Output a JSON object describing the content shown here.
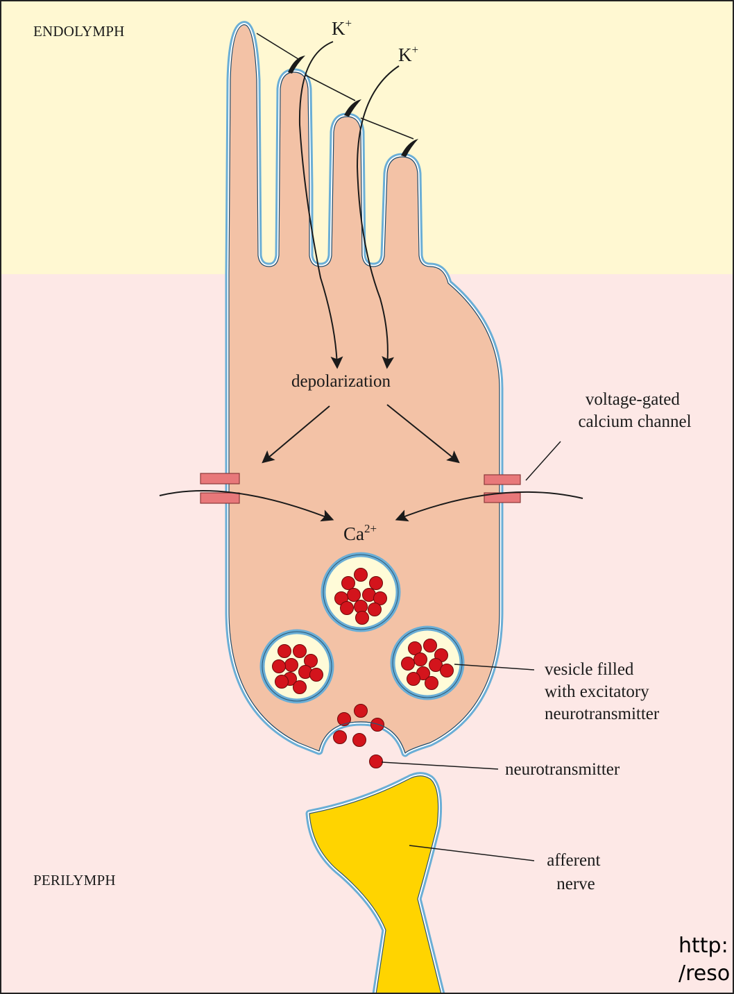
{
  "regions": {
    "top": "ENDOLYMPH",
    "bottom": "PERILYMPH"
  },
  "ions": {
    "potassium_1": {
      "base": "K",
      "charge": "+"
    },
    "potassium_2": {
      "base": "K",
      "charge": "+"
    },
    "calcium": {
      "base": "Ca",
      "charge": "2+"
    }
  },
  "labels": {
    "depolarization": "depolarization",
    "calcium_channel": [
      "voltage-gated",
      "calcium channel"
    ],
    "vesicle": [
      "vesicle filled",
      "with excitatory",
      "neurotransmitter"
    ],
    "neurotransmitter": "neurotransmitter",
    "afferent_nerve": [
      "afferent",
      "nerve"
    ]
  },
  "url_fragment": [
    "http:",
    "/reso"
  ],
  "colors": {
    "endolymph": "#fff8d2",
    "perilymph": "#fde8e6",
    "cell": "#f3c2a6",
    "membrane": "#6aaed6",
    "channel": "#e8787a",
    "vesicle_core": "#fffbd8",
    "neurotransmitter": "#d3141c",
    "nerve": "#ffd400"
  }
}
